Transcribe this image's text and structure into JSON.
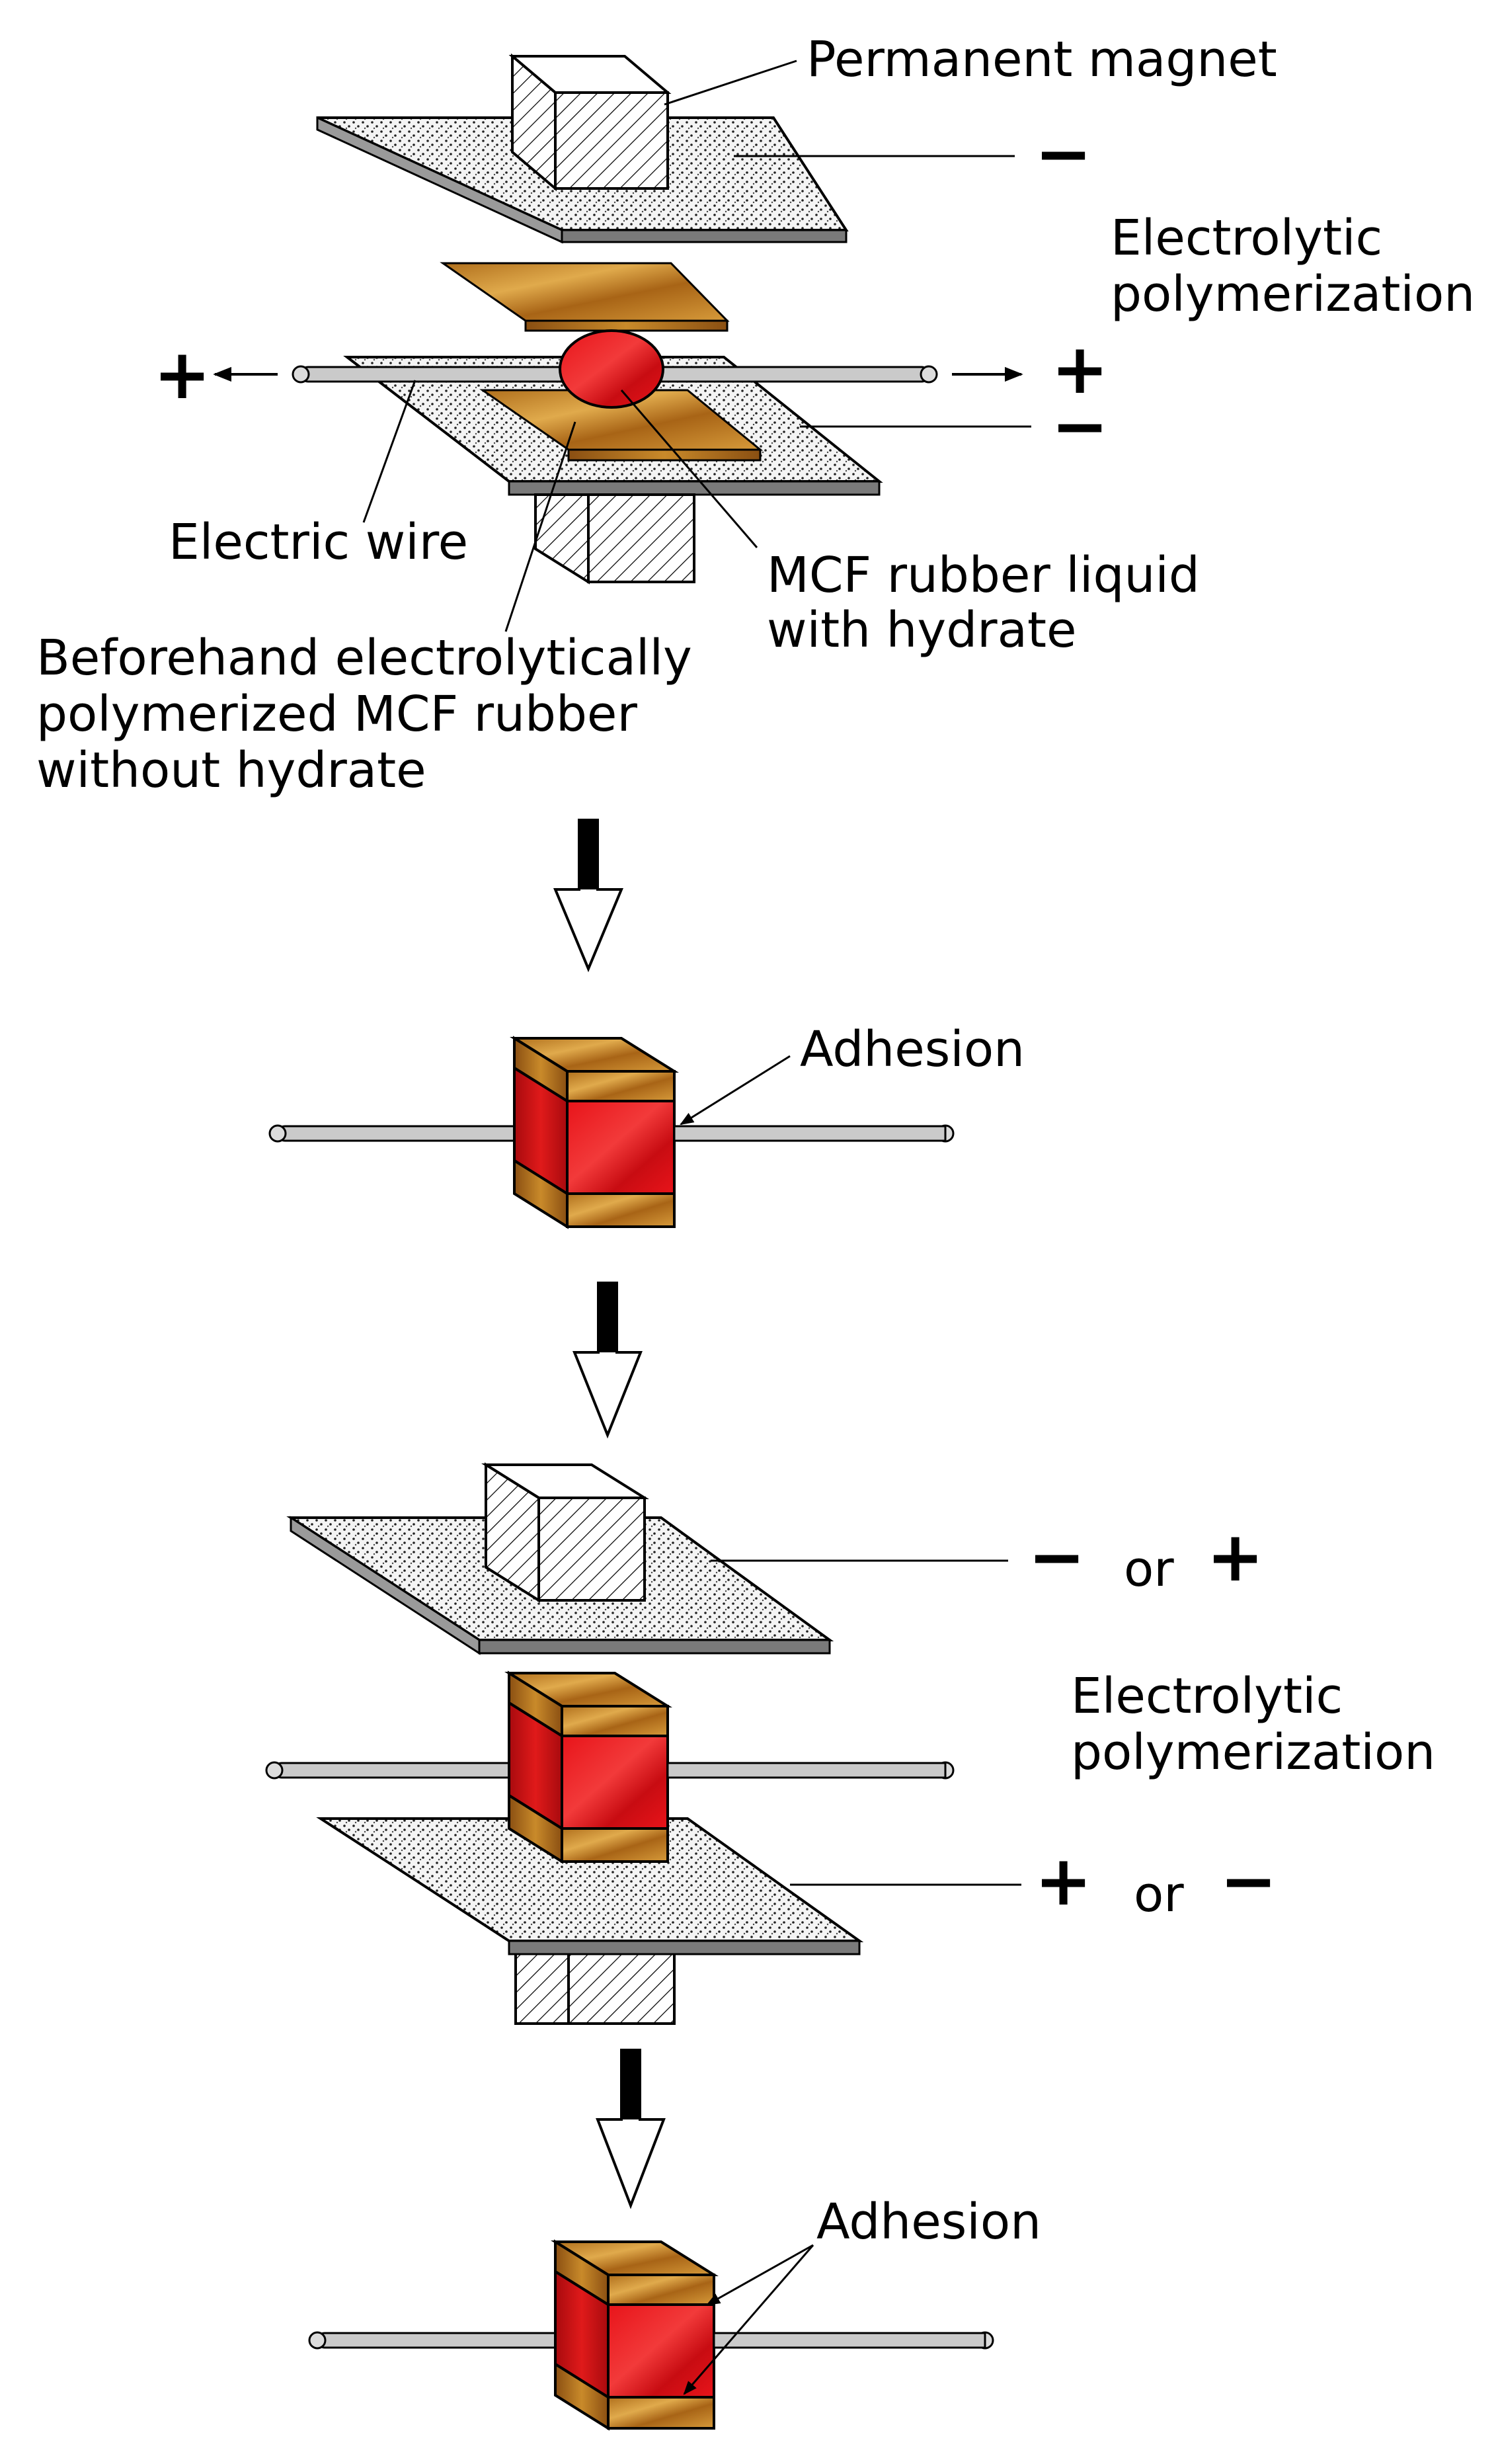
{
  "labels": {
    "permanent_magnet": "Permanent magnet",
    "electrolytic_1_line1": "Electrolytic",
    "electrolytic_1_line2": "polymerization",
    "electric_wire": "Electric wire",
    "mcf_liquid_line1": "MCF rubber liquid",
    "mcf_liquid_line2": "with hydrate",
    "beforehand_line1": "Beforehand electrolytically",
    "beforehand_line2": "polymerized MCF rubber",
    "beforehand_line3": "without hydrate",
    "adhesion_1": "Adhesion",
    "electrolytic_2_line1": "Electrolytic",
    "electrolytic_2_line2": "polymerization",
    "adhesion_2": "Adhesion",
    "or": "or"
  },
  "signs": {
    "plus": "+",
    "minus": "−"
  },
  "colors": {
    "rubber_red": "#e8141a",
    "pre_rubber": "#c98a2a",
    "electrode_fill": "#dcdcdc",
    "wire": "#c9c9c9"
  }
}
